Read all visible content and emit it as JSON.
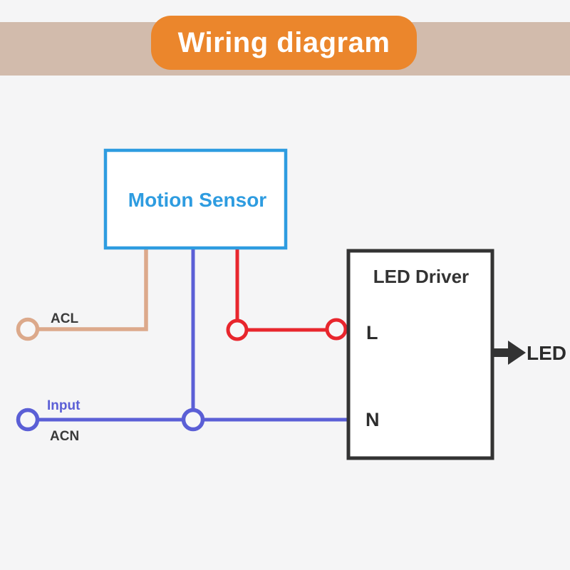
{
  "header": {
    "title": "Wiring diagram"
  },
  "diagram": {
    "motion_sensor": {
      "label": "Motion Sensor"
    },
    "led_driver": {
      "label": "LED Driver",
      "terminal_l": "L",
      "terminal_n": "N"
    },
    "output": {
      "label": "LED"
    },
    "terminals": {
      "acl_label": "ACL",
      "input_label": "Input",
      "acn_label": "ACN"
    }
  },
  "colors": {
    "background": "#f5f5f6",
    "band_tan": "#d2bbac",
    "accent_orange": "#eb862c",
    "title_text": "#ffffff",
    "sensor_blue": "#2e9ce0",
    "wire_tan": "#dca98b",
    "wire_blue": "#5b5fd6",
    "wire_red": "#e8262d",
    "dark": "#333333",
    "label_dark": "#3a3a3a"
  }
}
